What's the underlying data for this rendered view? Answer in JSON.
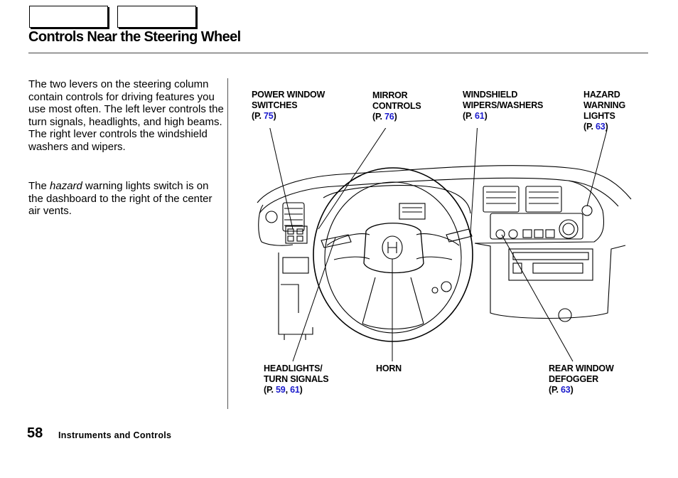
{
  "page": {
    "title": "Controls Near the Steering Wheel",
    "page_number": "58",
    "section": "Instruments and Controls"
  },
  "body": {
    "paragraph_1": "The two levers on the steering column contain controls for driving features you use most often. The left lever controls the turn signals, headlights, and high beams. The right lever controls the windshield washers and wipers.",
    "paragraph_2_before": "The ",
    "paragraph_2_emphasis": "hazard",
    "paragraph_2_after": " warning lights switch is on the dashboard to the right of the center air vents."
  },
  "callouts": {
    "power_window": {
      "lines": [
        "POWER WINDOW",
        "SWITCHES"
      ],
      "ref_open": "(P. ",
      "ref": "75",
      "ref_close": ")"
    },
    "mirror": {
      "lines": [
        "MIRROR",
        "CONTROLS"
      ],
      "ref_open": "(P. ",
      "ref": "76",
      "ref_close": ")"
    },
    "wipers": {
      "lines": [
        "WINDSHIELD",
        "WIPERS/WASHERS"
      ],
      "ref_open": "(P. ",
      "ref": "61",
      "ref_close": ")"
    },
    "hazard": {
      "lines": [
        "HAZARD",
        "WARNING",
        "LIGHTS"
      ],
      "ref_open": "(P. ",
      "ref": "63",
      "ref_close": ")"
    },
    "headlights": {
      "lines": [
        "HEADLIGHTS/",
        "TURN SIGNALS"
      ],
      "ref_open": "(P. ",
      "ref": "59",
      "ref_sep": ", ",
      "ref2": "61",
      "ref_close": ")"
    },
    "horn": {
      "lines": [
        "HORN"
      ]
    },
    "defogger": {
      "lines": [
        "REAR WINDOW",
        "DEFOGGER"
      ],
      "ref_open": "(P. ",
      "ref": "63",
      "ref_close": ")"
    }
  },
  "colors": {
    "link": "#1a1acc",
    "rule": "#444444"
  }
}
